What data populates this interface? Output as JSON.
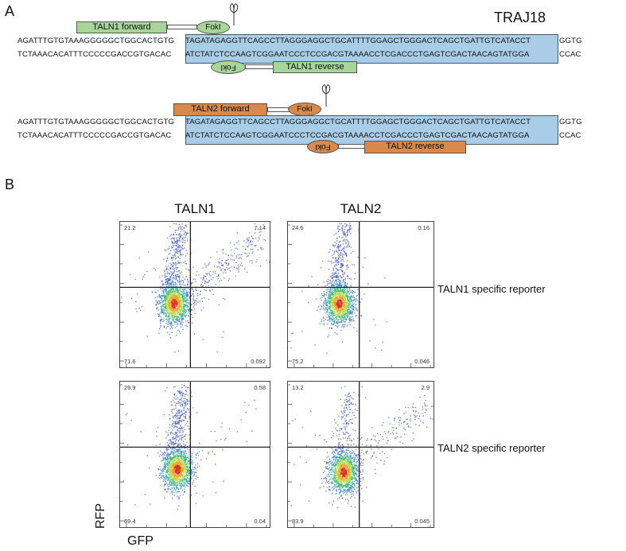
{
  "panel_a": {
    "letter": "A",
    "gene_label": "TRAJ18",
    "block1": {
      "top_left": "AGATTTGTGTAAAGGGGGCTGGCACTGTG",
      "top_mid": "TAGATAGAGGTTCAGCCTTAGGGAGGCTGCATTTTGGAGCTGGGACTCAGCTGATTGTCATACCT",
      "top_right": "GGTG",
      "bot_left": "TCTAAACACATTTCCCCCGACCGTGACAC",
      "bot_mid": "ATCTATCTCCAAGTCGGAATCCCTCCGACGTAAAACCTCGACCCTGAGTCGACTAACAGTATGGA",
      "bot_right": "CCAC",
      "forward_label": "TALN1 forward",
      "reverse_label": "TALN1 reverse",
      "fokI_top": "FokI",
      "fokI_bottom": "FokI"
    },
    "block2": {
      "top_left": "AGATTTGTGTAAAGGGGGCTGGCACTGTG",
      "top_mid": "TAGATAGAGGTTCAGCCTTAGGGAGGCTGCATTTTGGAGCTGGGACTCAGCTGATTGTCATACCT",
      "top_right": "GGTG",
      "bot_left": "TCTAAACACATTTCCCCCGACCGTGACAC",
      "bot_mid": "ATCTATCTCCAAGTCGGAATCCCTCCGACGTAAAACCTCGACCCTGAGTCGACTAACAGTATGGA",
      "bot_right": "CCAC",
      "forward_label": "TALN2 forward",
      "reverse_label": "TALN2 reverse",
      "fokI_top": "FokI",
      "fokI_bottom": "FokI"
    },
    "colors": {
      "blue": "#a9cde6",
      "green": "#a8d69a",
      "orange": "#d8894c"
    }
  },
  "panel_b": {
    "letter": "B",
    "columns": [
      "TALN1",
      "TALN2"
    ],
    "rows": [
      "TALN1 specific reporter",
      "TALN2 specific reporter"
    ],
    "x_axis": "GFP",
    "y_axis": "RFP",
    "plots": [
      {
        "ul": "21.2",
        "ur": "7.14",
        "ll": "71.6",
        "lr": "0.092"
      },
      {
        "ul": "24.6",
        "ur": "0.16",
        "ll": "75.2",
        "lr": "0.046"
      },
      {
        "ul": "29.9",
        "ur": "0.58",
        "ll": "69.4",
        "lr": "0.04"
      },
      {
        "ul": "13.2",
        "ur": "2.9",
        "ll": "83.9",
        "lr": "0.045"
      }
    ]
  }
}
